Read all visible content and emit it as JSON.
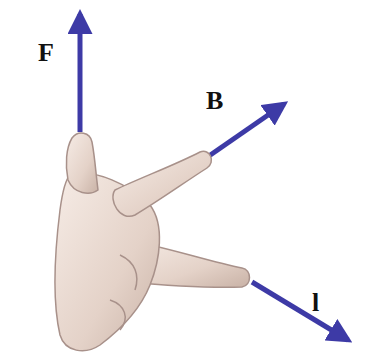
{
  "diagram": {
    "labels": [
      "F",
      "B",
      "l"
    ]
  }
}
